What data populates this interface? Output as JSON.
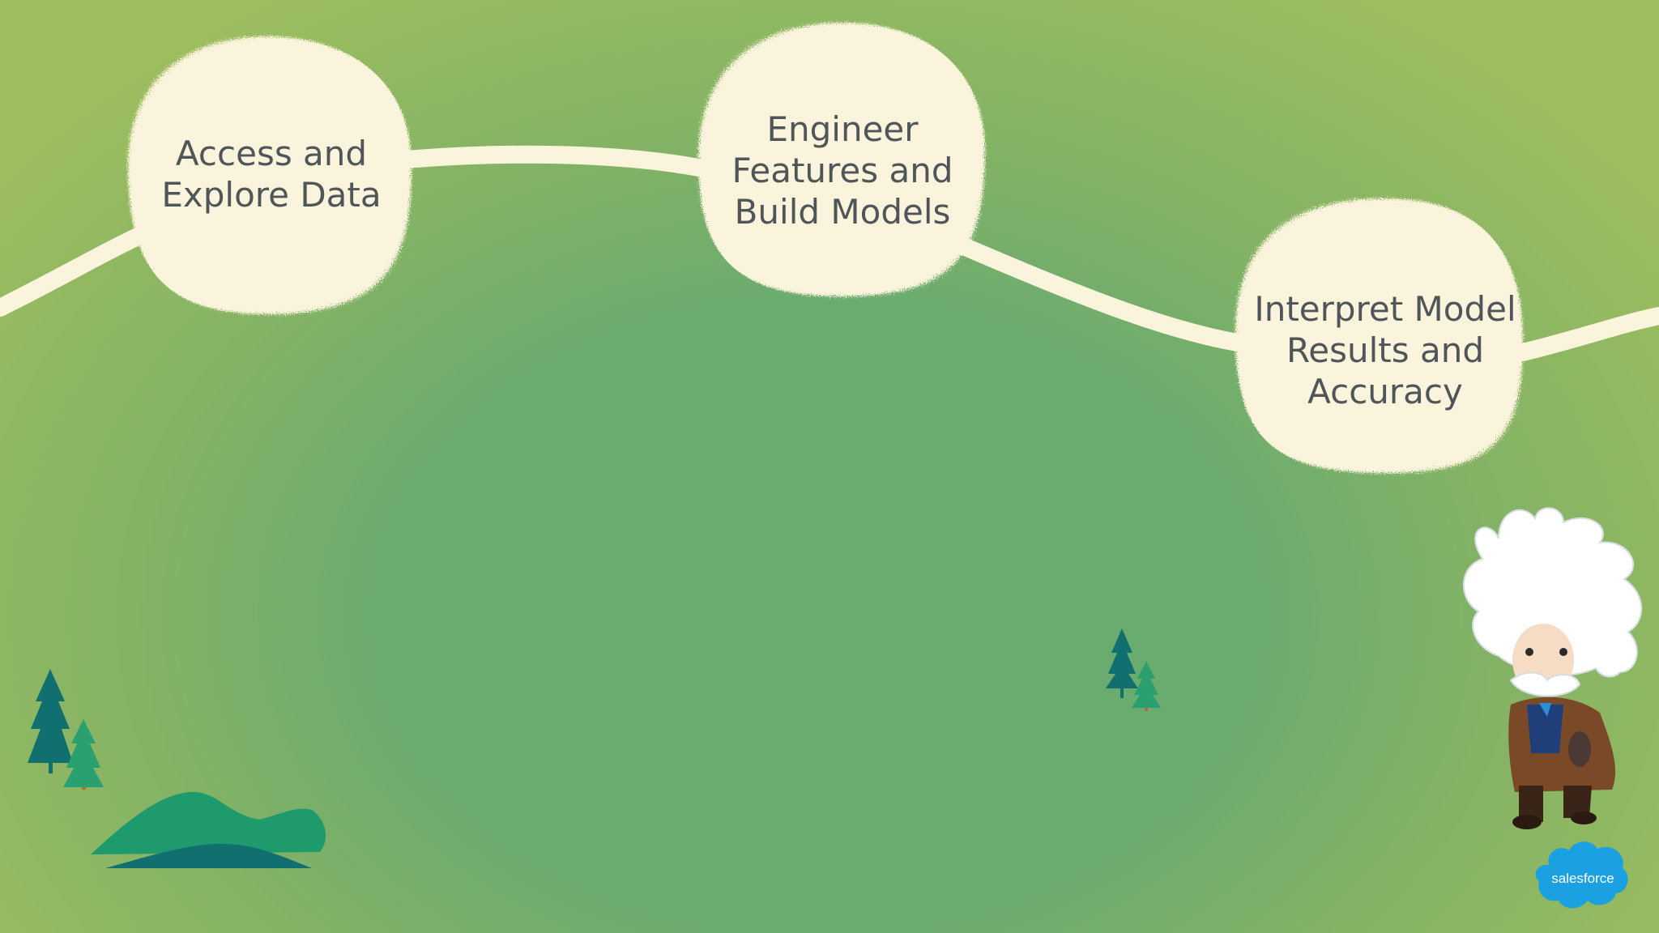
{
  "slide": {
    "steps": [
      {
        "lines": [
          "Access and",
          "Explore Data"
        ]
      },
      {
        "lines": [
          "Engineer",
          "Features and",
          "Build Models"
        ]
      },
      {
        "lines": [
          "Interpret Model",
          "Results and",
          "Accuracy"
        ]
      }
    ],
    "brand": {
      "logo_text": "salesforce",
      "mascot": "einstein-mascot"
    },
    "colors": {
      "background_center": "#6aab6f",
      "background_edge": "#9dbd5f",
      "path": "#fbf4dc",
      "bubble": "#fbf4dc",
      "bubble_text": "#4f5559",
      "logo": "#1ba1e2"
    }
  }
}
